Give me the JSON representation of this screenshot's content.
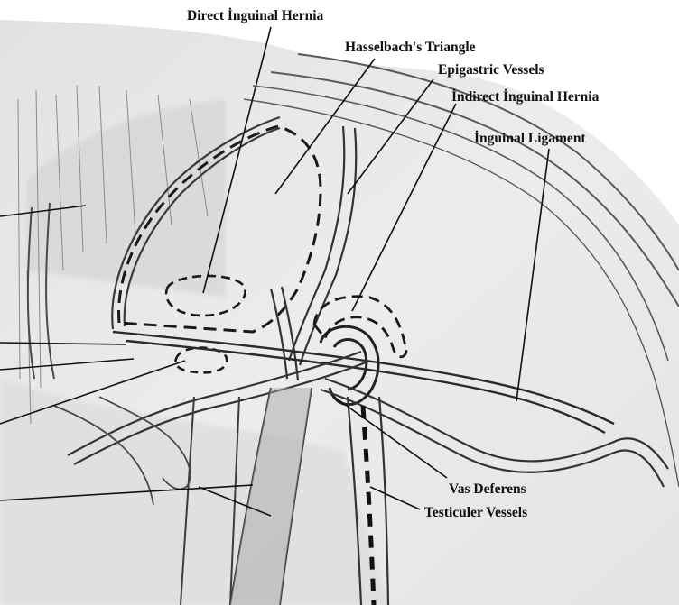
{
  "labels": {
    "direct_hernia": "Direct İnguinal Hernia",
    "hasselbach": "Hasselbach's Triangle",
    "epigastric": "Epigastric Vessels",
    "indirect_hernia": "İndirect İnguinal Hernia",
    "inguinal_ligament": "İnguinal Ligament",
    "vas_deferens": "Vas Deferens",
    "testicular": "Testiculer Vessels"
  },
  "colors": {
    "paper": "#e9e9e9",
    "pencil": "#555555",
    "ink": "#111111"
  }
}
